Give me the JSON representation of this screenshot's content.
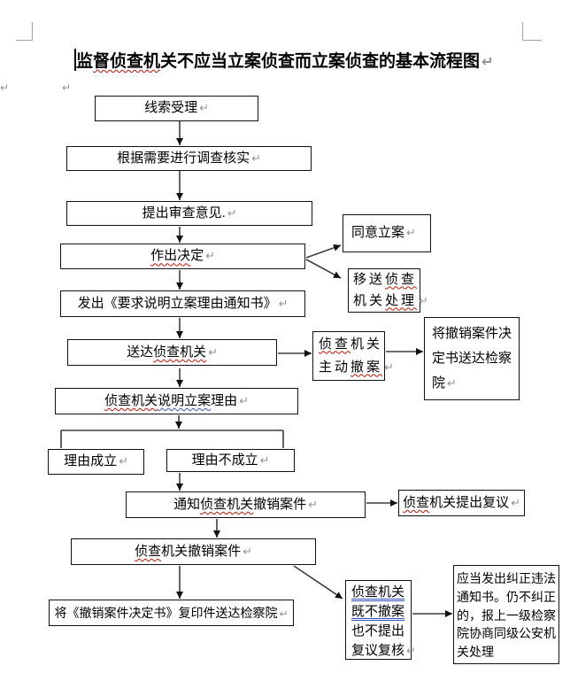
{
  "page": {
    "title": {
      "label": [
        [
          {
            "t": "监"
          },
          {
            "t": "督侦查机",
            "m": "red"
          },
          {
            "t": "关不应当立案侦查而立案侦查的基本流程图"
          }
        ]
      ],
      "pilcrow": true
    }
  },
  "marks": {
    "pilcrow": "↵"
  },
  "colors": {
    "spell-red": "#cc1100",
    "grammar-blue": "#3355bb",
    "border": "#111111"
  },
  "nodes": {
    "clue": {
      "label": [
        [
          {
            "t": "线索受理"
          }
        ]
      ],
      "pilcrow": true
    },
    "verify": {
      "label": [
        [
          {
            "t": "根据需要进行调查核实"
          }
        ]
      ],
      "pilcrow": true
    },
    "opinion": {
      "label": [
        [
          {
            "t": "提出审查意见."
          }
        ]
      ],
      "pilcrow": true
    },
    "decide": {
      "label": [
        [
          {
            "t": "作出决",
            "m": "red"
          },
          {
            "t": "定"
          }
        ]
      ],
      "pilcrow": true
    },
    "agree": {
      "label": [
        [
          {
            "t": "同意立案"
          }
        ]
      ],
      "pilcrow": true
    },
    "transfer": {
      "label": [
        [
          {
            "t": "移送"
          },
          {
            "t": "侦查",
            "m": "red"
          }
        ],
        [
          {
            "t": "机关"
          },
          {
            "t": "处理",
            "m": "red"
          }
        ]
      ],
      "pilcrow": true
    },
    "notice": {
      "label": [
        [
          {
            "t": "发出《要求说明立案理由通知书》"
          }
        ]
      ],
      "pilcrow": true
    },
    "deliver": {
      "label": [
        [
          {
            "t": "送达"
          },
          {
            "t": "侦查机关",
            "m": "red"
          }
        ]
      ],
      "pilcrow": true
    },
    "voluntary": {
      "label": [
        [
          {
            "t": "侦查",
            "m": "red"
          },
          {
            "t": "机关"
          }
        ],
        [
          {
            "t": "主动"
          },
          {
            "t": "撤案",
            "m": "red"
          }
        ]
      ],
      "pilcrow": true
    },
    "senddec": {
      "label": [
        [
          {
            "t": "将撤销案件决"
          }
        ],
        [
          {
            "t": "定书送达检察"
          }
        ],
        [
          {
            "t": "院"
          }
        ]
      ],
      "pilcrow": true
    },
    "explain": {
      "label": [
        [
          {
            "t": "侦查机关",
            "m": "red"
          },
          {
            "t": "说明立案",
            "m": "blue"
          },
          {
            "t": "理由"
          }
        ]
      ],
      "pilcrow": true
    },
    "valid": {
      "label": [
        [
          {
            "t": "理由成立"
          }
        ]
      ],
      "pilcrow": true
    },
    "invalid": {
      "label": [
        [
          {
            "t": "理由不成立"
          }
        ]
      ],
      "pilcrow": true
    },
    "notifyw": {
      "label": [
        [
          {
            "t": "通知"
          },
          {
            "t": "侦查机关",
            "m": "red"
          },
          {
            "t": "撤销案件"
          }
        ]
      ],
      "pilcrow": true
    },
    "recon": {
      "label": [
        [
          {
            "t": "侦查",
            "m": "red"
          },
          {
            "t": "机关提出复议"
          }
        ]
      ],
      "pilcrow": true
    },
    "withdraw": {
      "label": [
        [
          {
            "t": "侦查",
            "m": "red"
          },
          {
            "t": "机关撤销案件"
          }
        ]
      ],
      "pilcrow": true
    },
    "copy": {
      "label": [
        [
          {
            "t": "将《撤销案件决定书》复印件送达检察院"
          }
        ]
      ],
      "pilcrow": true
    },
    "neither": {
      "label": [
        [
          {
            "t": "侦查机关",
            "m": "blue2"
          }
        ],
        [
          {
            "t": "既不撤案",
            "m": "blue2"
          }
        ],
        [
          {
            "t": "也不提出"
          }
        ],
        [
          {
            "t": "复议复核"
          }
        ]
      ],
      "pilcrow": true
    },
    "correct": {
      "label": [
        [
          {
            "t": "应当发出纠正违法"
          }
        ],
        [
          {
            "t": "通知书。仍不纠正"
          }
        ],
        [
          {
            "t": "的，报上一级检察"
          }
        ],
        [
          {
            "t": "院协商同级公安机"
          }
        ],
        [
          {
            "t": "关处理"
          }
        ]
      ],
      "pilcrow": false
    }
  },
  "edges": [
    {
      "from": "clue",
      "to": "verify"
    },
    {
      "from": "verify",
      "to": "opinion"
    },
    {
      "from": "opinion",
      "to": "decide"
    },
    {
      "from": "decide",
      "to": "agree"
    },
    {
      "from": "decide",
      "to": "transfer"
    },
    {
      "from": "decide",
      "to": "notice"
    },
    {
      "from": "notice",
      "to": "deliver"
    },
    {
      "from": "deliver",
      "to": "voluntary"
    },
    {
      "from": "voluntary",
      "to": "senddec"
    },
    {
      "from": "deliver",
      "to": "explain"
    },
    {
      "from": "explain",
      "to": "valid"
    },
    {
      "from": "explain",
      "to": "invalid"
    },
    {
      "from": "invalid",
      "to": "notifyw"
    },
    {
      "from": "notifyw",
      "to": "recon"
    },
    {
      "from": "notifyw",
      "to": "withdraw"
    },
    {
      "from": "withdraw",
      "to": "copy"
    },
    {
      "from": "withdraw",
      "to": "neither"
    },
    {
      "from": "neither",
      "to": "correct"
    }
  ]
}
